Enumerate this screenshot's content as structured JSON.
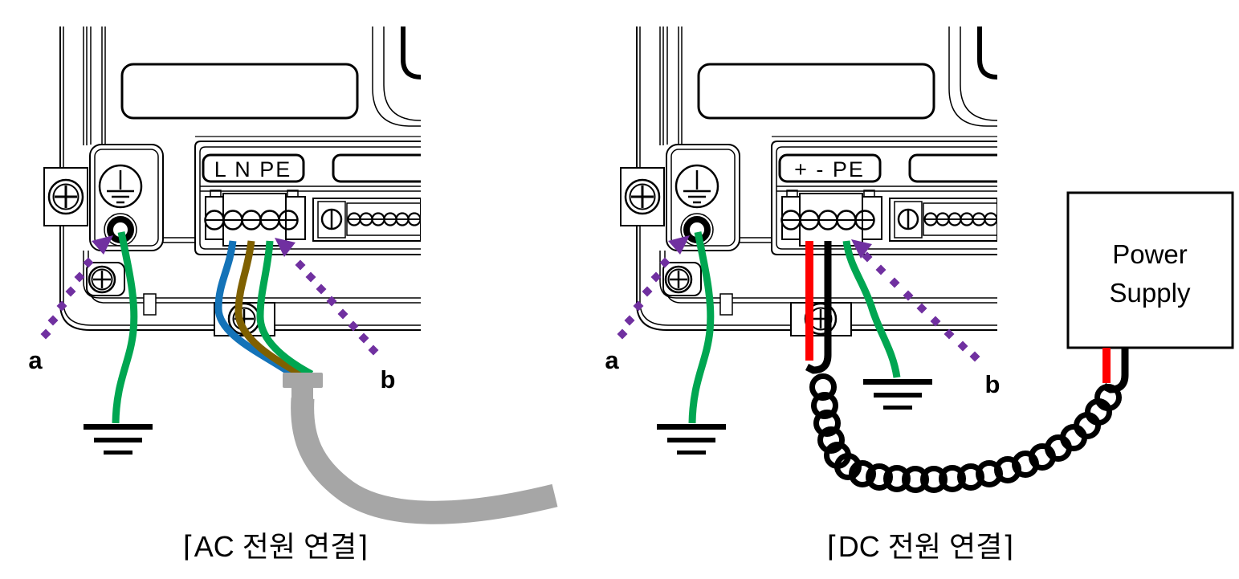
{
  "colors": {
    "purple": "#7030A0",
    "blue": "#1473B8",
    "brown": "#7F6000",
    "green": "#00A651",
    "red": "#FF0000",
    "gray": "#A6A6A6",
    "line": "#000000"
  },
  "ac": {
    "terminal_label": "L N PE",
    "caption": "⌈AC 전원 연결⌉",
    "callout_a": "a",
    "callout_b": "b",
    "wire_colors": {
      "L": "blue",
      "N": "brown",
      "PE": "green",
      "panel_ground": "green",
      "cable_sheath": "gray"
    }
  },
  "dc": {
    "terminal_label": "+ - PE",
    "caption": "⌈DC 전원 연결⌉",
    "callout_a": "a",
    "callout_b": "b",
    "power_supply": {
      "line1": "Power",
      "line2": "Supply"
    },
    "wire_colors": {
      "positive": "red",
      "negative": "black",
      "PE": "green",
      "panel_ground": "green",
      "pair": "twisted-black"
    }
  }
}
